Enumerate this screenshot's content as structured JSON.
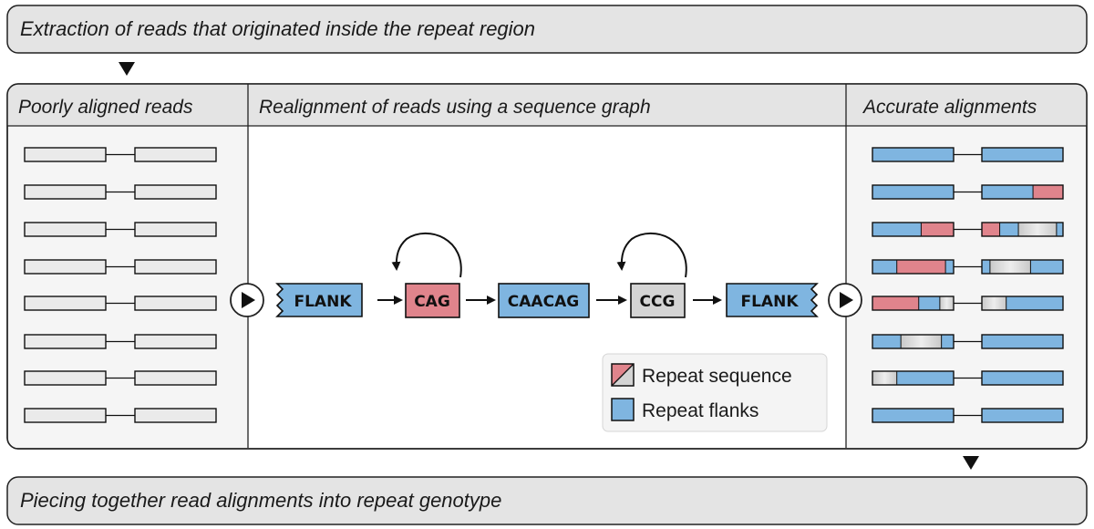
{
  "banners": {
    "top": "Extraction of reads that originated inside the repeat region",
    "bottom": "Piecing together read alignments into repeat genotype"
  },
  "panels": {
    "left_title": "Poorly aligned reads",
    "middle_title": "Realignment of reads using a sequence graph",
    "right_title": "Accurate alignments"
  },
  "graph": {
    "nodes": [
      {
        "label": "FLANK",
        "kind": "flank",
        "self_loop": false
      },
      {
        "label": "CAG",
        "kind": "repeat",
        "self_loop": true
      },
      {
        "label": "CAACAG",
        "kind": "flank",
        "self_loop": false
      },
      {
        "label": "CCG",
        "kind": "repeat-gray",
        "self_loop": true
      },
      {
        "label": "FLANK",
        "kind": "flank",
        "self_loop": false
      }
    ]
  },
  "legend": {
    "repeat_sequence": "Repeat sequence",
    "repeat_flanks": "Repeat flanks"
  },
  "colors": {
    "flank_blue": "#7fb5e0",
    "repeat_red": "#e0848c",
    "repeat_gray": "#d4d4d4",
    "read_gray": "#eaeaea",
    "panel_header": "#e4e4e4",
    "panel_body": "#f5f5f5"
  }
}
